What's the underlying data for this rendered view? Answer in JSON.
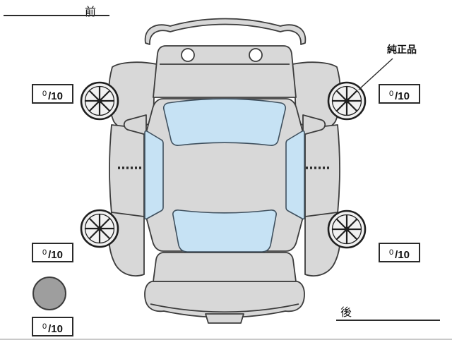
{
  "labels": {
    "front": "前",
    "rear": "後",
    "genuine_part": "純正品"
  },
  "tread": {
    "front_left": {
      "value": "0",
      "suffix": "/10"
    },
    "front_right": {
      "value": "0",
      "suffix": "/10"
    },
    "rear_left": {
      "value": "0",
      "suffix": "/10"
    },
    "rear_right": {
      "value": "0",
      "suffix": "/10"
    },
    "spare": {
      "value": "0",
      "suffix": "/10"
    }
  },
  "colors": {
    "body": "#d8d8d8",
    "glass": "#c6e2f4",
    "outline": "#3c3c3c",
    "glass_outline": "#3f505e",
    "wheel_face": "#f1f1f1",
    "wheel_line": "#1f1f1f",
    "spare_tire": "#9e9e9e",
    "line": "#2b2b2b"
  }
}
